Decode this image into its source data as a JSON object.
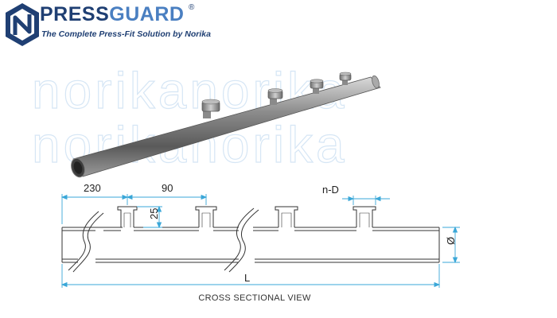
{
  "brand": {
    "name_part1": "PRESS",
    "name_part2": "GUARD",
    "registered": "®",
    "tagline": "The Complete Press-Fit Solution by Norika"
  },
  "watermark": [
    "norikanorika",
    "norikanorika"
  ],
  "dimensions": {
    "first_offset": "230",
    "spacing": "90",
    "outlet_height": "25",
    "outlet_diameter": "n-D",
    "pipe_diameter": "Ø",
    "length": "L"
  },
  "caption": "CROSS SECTIONAL VIEW",
  "colors": {
    "brand_dark": "#1f3f73",
    "brand_light": "#4a7fc1",
    "dimension_line": "#3aa7d8",
    "watermark": "#d6e6f5"
  }
}
